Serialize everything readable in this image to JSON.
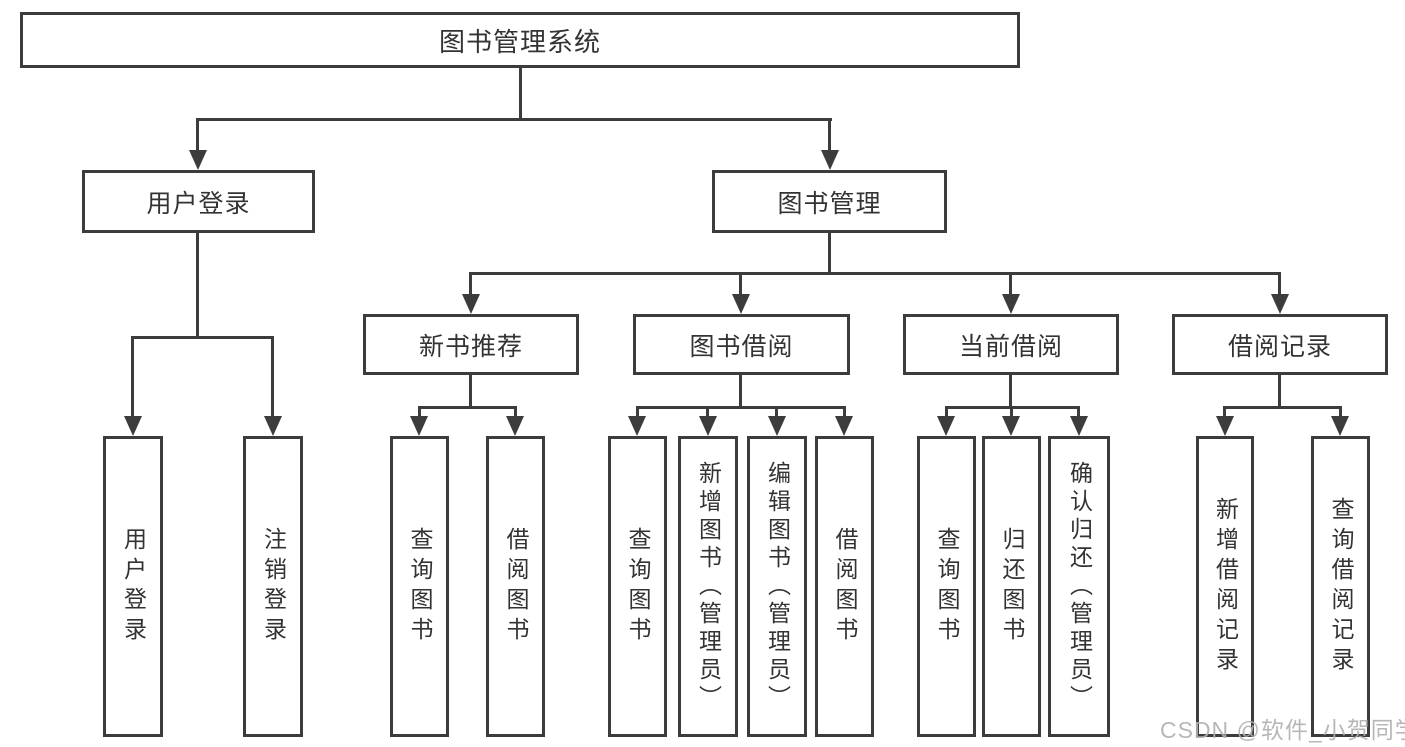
{
  "diagram": {
    "root": {
      "label": "图书管理系统"
    },
    "branches": [
      {
        "label": "用户登录",
        "children": [
          {
            "label": "用户登录"
          },
          {
            "label": "注销登录"
          }
        ]
      },
      {
        "label": "图书管理",
        "children": [
          {
            "label": "新书推荐",
            "children": [
              {
                "label": "查询图书"
              },
              {
                "label": "借阅图书"
              }
            ]
          },
          {
            "label": "图书借阅",
            "children": [
              {
                "label": "查询图书"
              },
              {
                "label": "新增图书（管理员）"
              },
              {
                "label": "编辑图书（管理员）"
              },
              {
                "label": "借阅图书"
              }
            ]
          },
          {
            "label": "当前借阅",
            "children": [
              {
                "label": "查询图书"
              },
              {
                "label": "归还图书"
              },
              {
                "label": "确认归还（管理员）"
              }
            ]
          },
          {
            "label": "借阅记录",
            "children": [
              {
                "label": "新增借阅记录"
              },
              {
                "label": "查询借阅记录"
              }
            ]
          }
        ]
      }
    ]
  },
  "watermark": {
    "text": "CSDN @软件_小贺同学"
  },
  "colors": {
    "line": "#3c3c3c",
    "text": "#333333",
    "watermark": "#b0b0b0",
    "background": "#ffffff"
  }
}
